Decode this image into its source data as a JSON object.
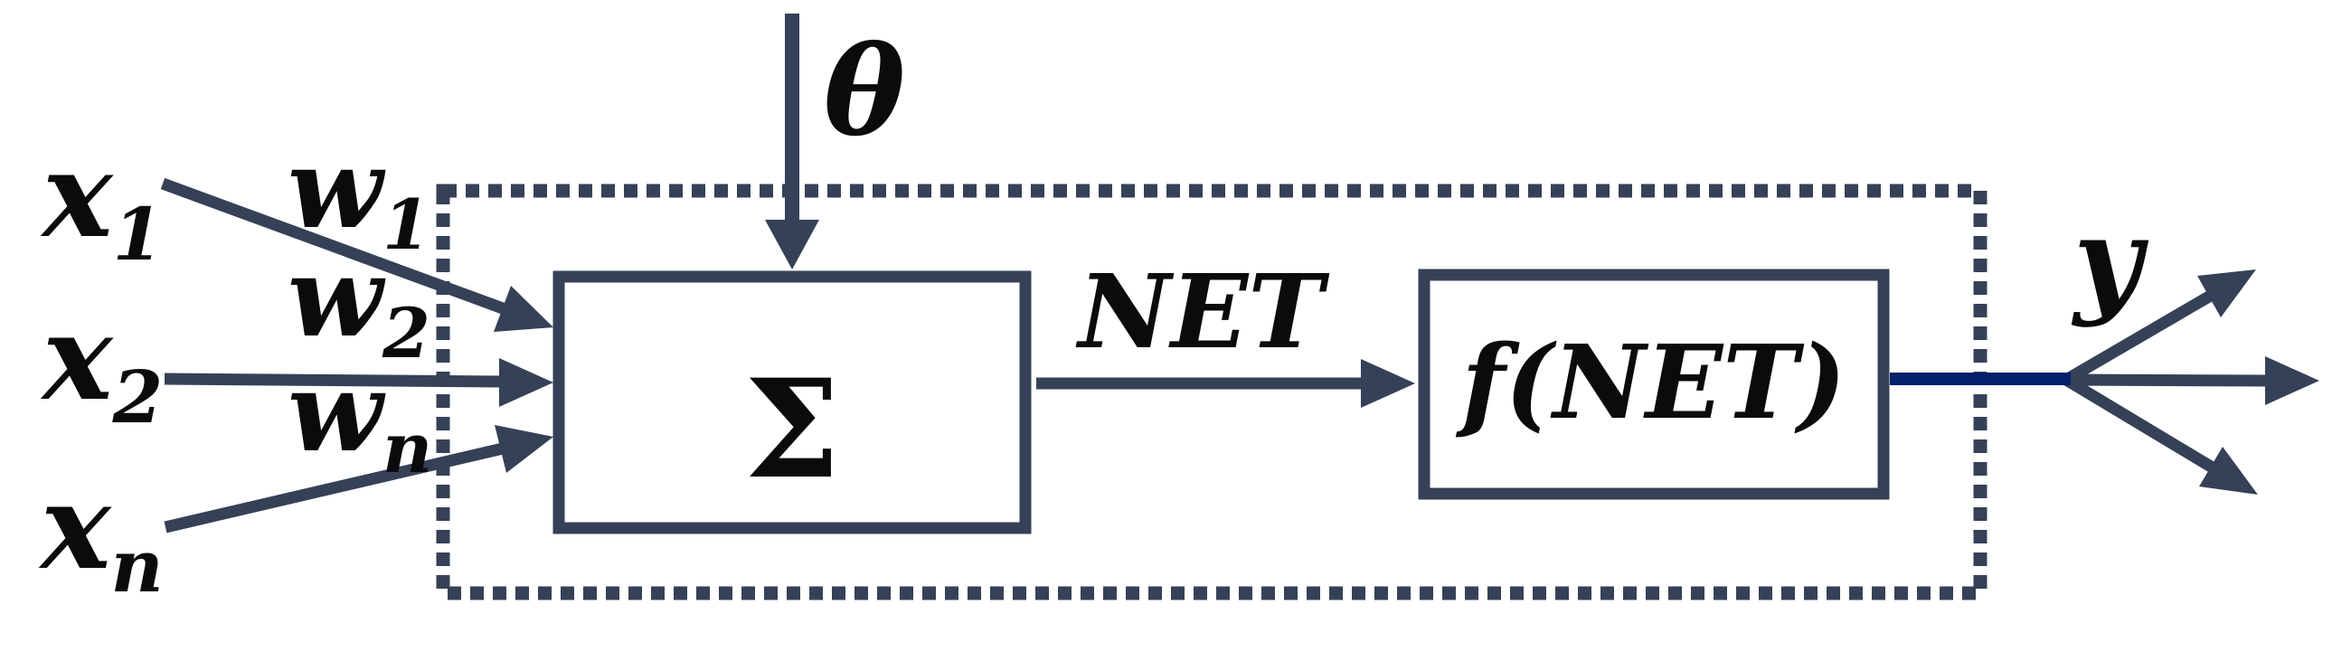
{
  "colors": {
    "diagram_stroke": "#354157",
    "output_connector_blue": "#04206B",
    "text": "#0B0B0D",
    "background": "#FFFFFF"
  },
  "inputs": [
    {
      "base": "x",
      "sub": "1"
    },
    {
      "base": "x",
      "sub": "2"
    },
    {
      "base": "x",
      "sub": "n"
    }
  ],
  "weights": [
    {
      "base": "w",
      "sub": "1"
    },
    {
      "base": "w",
      "sub": "2"
    },
    {
      "base": "w",
      "sub": "n"
    }
  ],
  "bias_label": "θ",
  "summation_label": "Σ",
  "net_signal_label": "NET",
  "activation_label": "f(NET)",
  "output_label": "y"
}
